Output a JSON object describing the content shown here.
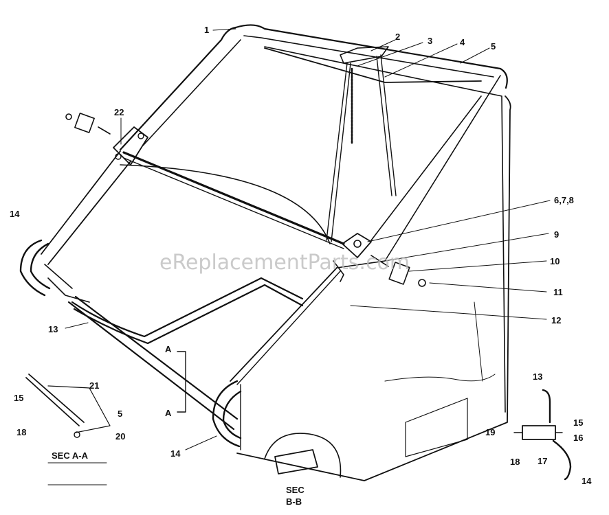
{
  "watermark": "eReplacementParts.com",
  "callouts": {
    "c1": "1",
    "c2": "2",
    "c3": "3",
    "c4": "4",
    "c5": "5",
    "c678": "6,7,8",
    "c9": "9",
    "c10": "10",
    "c11": "11",
    "c12": "12",
    "c13": "13",
    "c14": "14",
    "c14b": "14",
    "c22": "22",
    "secA_15": "15",
    "secA_18": "18",
    "secA_21": "21",
    "secA_5": "5",
    "secA_20": "20",
    "secB_13": "13",
    "secB_15": "15",
    "secB_16": "16",
    "secB_17": "17",
    "secB_18": "18",
    "secB_19": "19",
    "secB_14": "14",
    "aTop": "A",
    "aBottom": "A"
  },
  "sections": {
    "secAA": "SEC A-A",
    "secBB_line1": "SEC",
    "secBB_line2": "B-B"
  }
}
